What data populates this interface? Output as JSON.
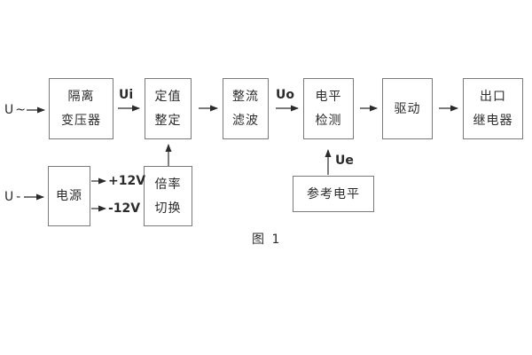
{
  "figure": {
    "caption": "图 1",
    "labels": {
      "input_ac": "U~",
      "input_dc": "U-",
      "signal_ui": "Ui",
      "signal_uo": "Uo",
      "signal_ue": "Ue",
      "rail_pos": "+12V",
      "rail_neg": "-12V"
    },
    "blocks": {
      "isolation_transformer": {
        "line1": "隔离",
        "line2": "变压器"
      },
      "value_setting": {
        "line1": "定值",
        "line2": "整定"
      },
      "rectifier_filter": {
        "line1": "整流",
        "line2": "滤波"
      },
      "level_detection": {
        "line1": "电平",
        "line2": "检测"
      },
      "driver": {
        "line1": "驱动"
      },
      "output_relay": {
        "line1": "出口",
        "line2": "继电器"
      },
      "power_supply": {
        "line1": "电源"
      },
      "ratio_switch": {
        "line1": "倍率",
        "line2": "切换"
      },
      "reference_level": {
        "line1": "参考电平"
      }
    },
    "colors": {
      "background": "#ffffff",
      "box_border": "#7a7a7a",
      "line": "#2b2b2b",
      "text": "#2b2b2b"
    }
  }
}
